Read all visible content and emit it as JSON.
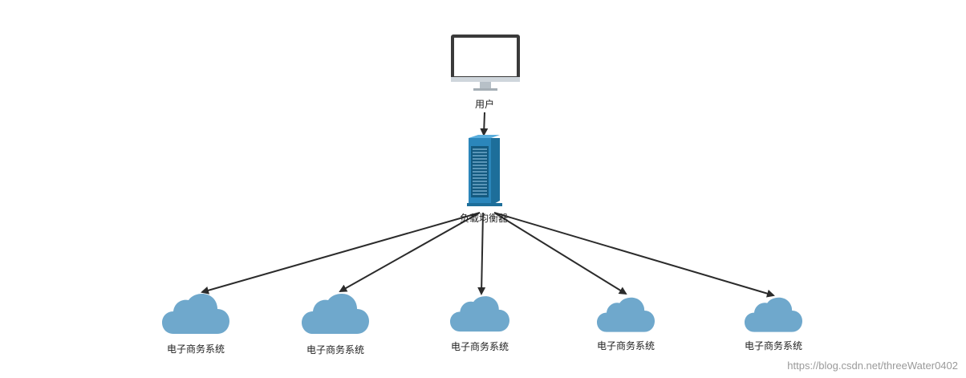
{
  "nodes": {
    "user": {
      "label": "用户",
      "icon": "monitor-icon"
    },
    "load_balancer": {
      "label": "负载均衡器",
      "icon": "server-tower-icon"
    },
    "systems": [
      {
        "label": "电子商务系统",
        "icon": "cloud-icon"
      },
      {
        "label": "电子商务系统",
        "icon": "cloud-icon"
      },
      {
        "label": "电子商务系统",
        "icon": "cloud-icon"
      },
      {
        "label": "电子商务系统",
        "icon": "cloud-icon"
      },
      {
        "label": "电子商务系统",
        "icon": "cloud-icon"
      }
    ]
  },
  "edges": [
    {
      "from": "user",
      "to": "load_balancer"
    },
    {
      "from": "load_balancer",
      "to": "systems.0"
    },
    {
      "from": "load_balancer",
      "to": "systems.1"
    },
    {
      "from": "load_balancer",
      "to": "systems.2"
    },
    {
      "from": "load_balancer",
      "to": "systems.3"
    },
    {
      "from": "load_balancer",
      "to": "systems.4"
    }
  ],
  "colors": {
    "cloud": "#6fa8cc",
    "server_dark": "#145a80",
    "server_light": "#2b86bb",
    "arrow": "#2b2b2b"
  },
  "watermark": "https://blog.csdn.net/threeWater0402"
}
